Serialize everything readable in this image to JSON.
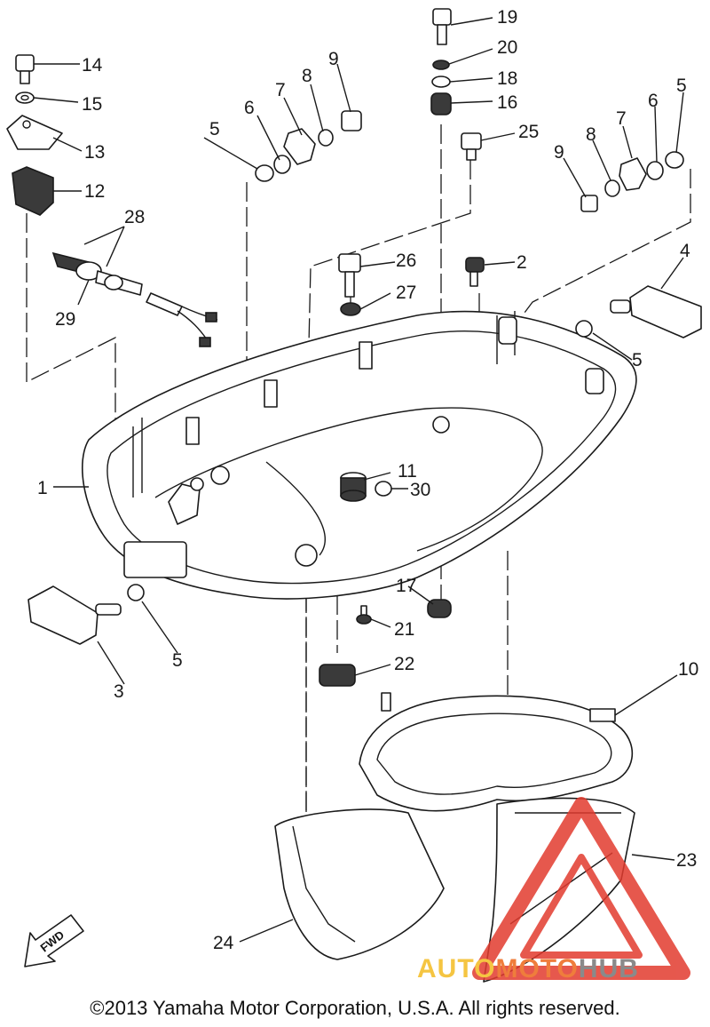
{
  "parts": [
    {
      "key": "p1",
      "label": "1"
    },
    {
      "key": "p2",
      "label": "2"
    },
    {
      "key": "p3",
      "label": "3"
    },
    {
      "key": "p4",
      "label": "4"
    },
    {
      "key": "p5a",
      "label": "5"
    },
    {
      "key": "p5b",
      "label": "5"
    },
    {
      "key": "p5c",
      "label": "5"
    },
    {
      "key": "p5d",
      "label": "5"
    },
    {
      "key": "p6a",
      "label": "6"
    },
    {
      "key": "p6b",
      "label": "6"
    },
    {
      "key": "p7a",
      "label": "7"
    },
    {
      "key": "p7b",
      "label": "7"
    },
    {
      "key": "p8a",
      "label": "8"
    },
    {
      "key": "p8b",
      "label": "8"
    },
    {
      "key": "p9a",
      "label": "9"
    },
    {
      "key": "p9b",
      "label": "9"
    },
    {
      "key": "p10",
      "label": "10"
    },
    {
      "key": "p11",
      "label": "11"
    },
    {
      "key": "p12",
      "label": "12"
    },
    {
      "key": "p13",
      "label": "13"
    },
    {
      "key": "p14",
      "label": "14"
    },
    {
      "key": "p15",
      "label": "15"
    },
    {
      "key": "p16",
      "label": "16"
    },
    {
      "key": "p17",
      "label": "17"
    },
    {
      "key": "p18",
      "label": "18"
    },
    {
      "key": "p19",
      "label": "19"
    },
    {
      "key": "p20",
      "label": "20"
    },
    {
      "key": "p21",
      "label": "21"
    },
    {
      "key": "p22",
      "label": "22"
    },
    {
      "key": "p23",
      "label": "23"
    },
    {
      "key": "p24",
      "label": "24"
    },
    {
      "key": "p25",
      "label": "25"
    },
    {
      "key": "p26",
      "label": "26"
    },
    {
      "key": "p27",
      "label": "27"
    },
    {
      "key": "p28",
      "label": "28"
    },
    {
      "key": "p29",
      "label": "29"
    },
    {
      "key": "p30",
      "label": "30"
    }
  ],
  "fwd_badge": "FWD",
  "copyright": "©2013 Yamaha Motor Corporation, U.S.A. All rights reserved.",
  "watermark": {
    "part1": "AUTO",
    "part2": "MOTO",
    "part3": "HUB",
    "colors": {
      "auto": "#f5c542",
      "moto": "#ef7d3c",
      "hub": "#8a8a8a",
      "triangle": "#e23b2f"
    }
  }
}
